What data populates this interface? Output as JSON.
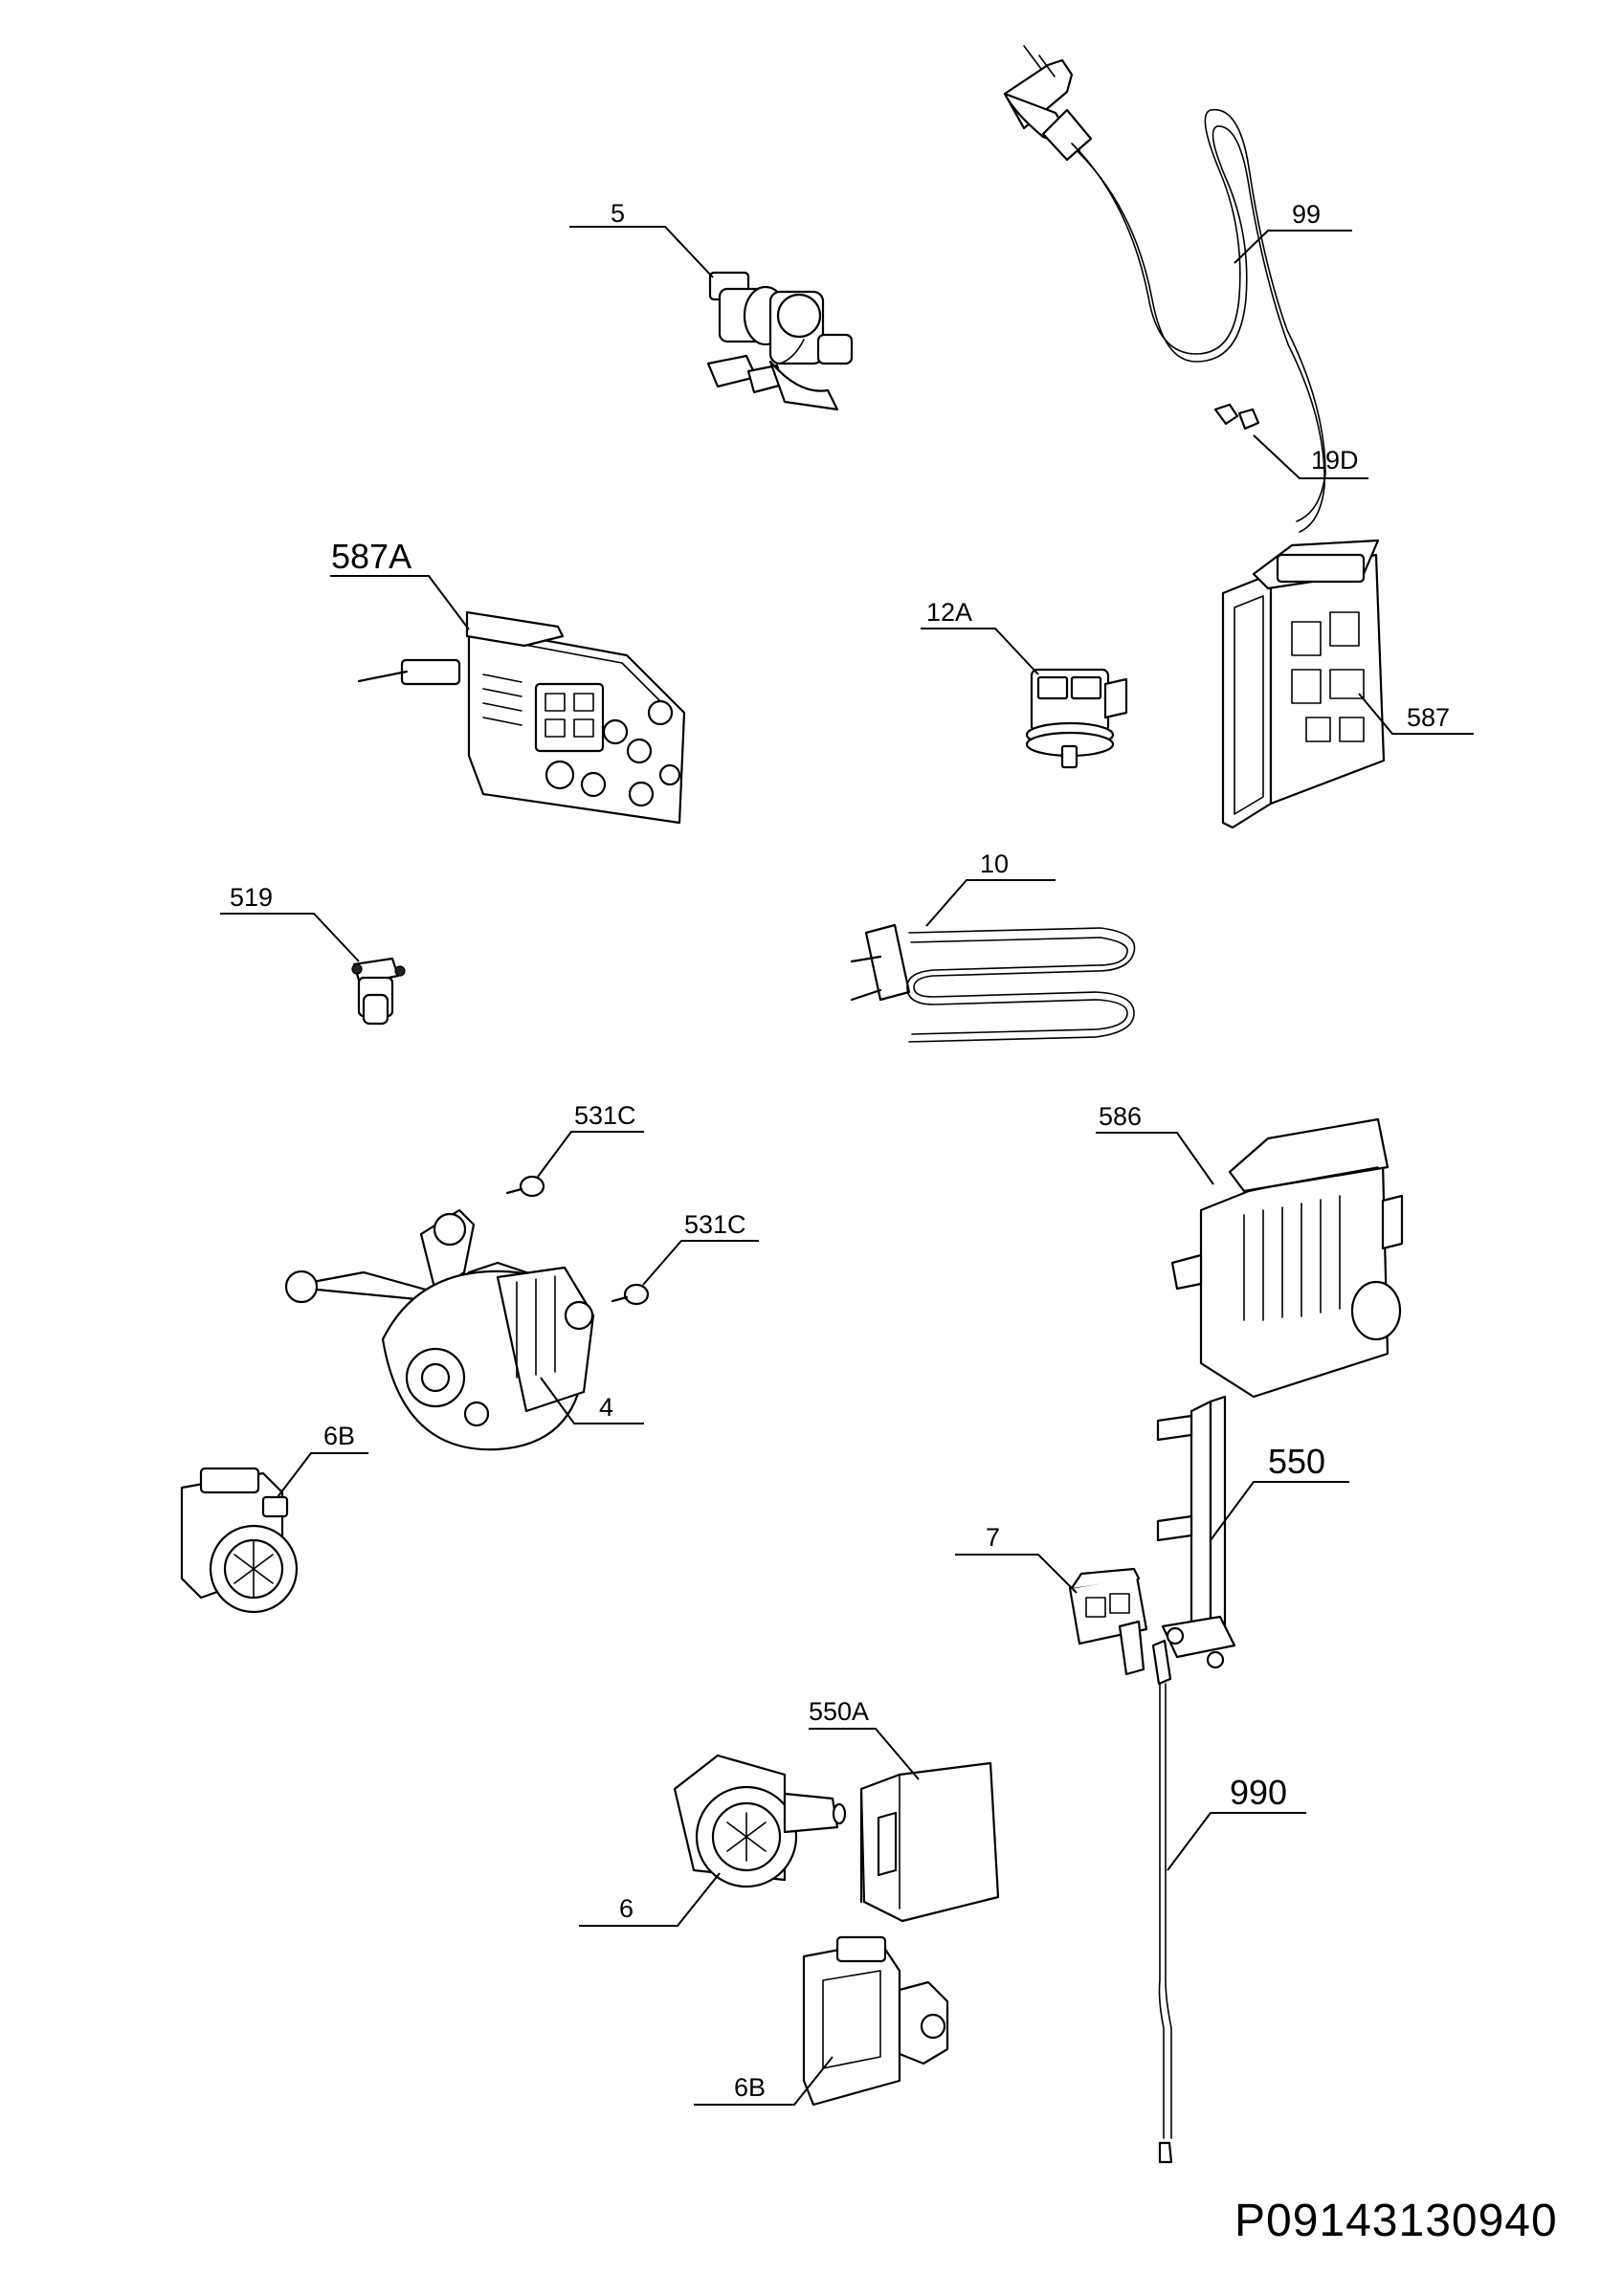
{
  "diagram": {
    "drawing_code": "P09143130940",
    "labels": {
      "p5": "5",
      "p99": "99",
      "p19D": "19D",
      "p587A": "587A",
      "p12A": "12A",
      "p587": "587",
      "p519": "519",
      "p10": "10",
      "p531C_a": "531C",
      "p531C_b": "531C",
      "p586": "586",
      "p4": "4",
      "p6B_a": "6B",
      "p550": "550",
      "p7": "7",
      "p550A": "550A",
      "p990": "990",
      "p6": "6",
      "p6B_b": "6B"
    }
  }
}
